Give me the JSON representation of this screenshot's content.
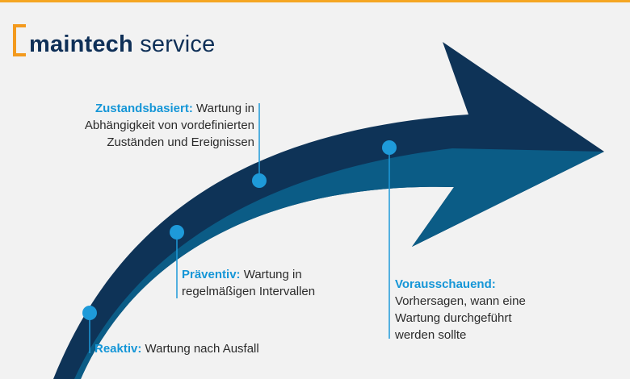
{
  "brand": {
    "name_strong": "maintech",
    "name_light": "service"
  },
  "colors": {
    "background": "#f2f2f2",
    "arrow_dark": "#0e3357",
    "arrow_light": "#0b5c86",
    "dot": "#1e9ad9",
    "title_blue": "#1596d7",
    "accent_orange": "#f39a1e"
  },
  "stages": [
    {
      "title": "Reaktiv:",
      "text": "Wartung nach Ausfall"
    },
    {
      "title": "Präventiv:",
      "text": "Wartung in regelmäßigen Intervallen"
    },
    {
      "title": "Zustandsbasiert:",
      "text": "Wartung in Abhängigkeit von vordefinierten Zuständen und Ereignissen"
    },
    {
      "title": "Vorausschauend:",
      "text": "Vorhersagen, wann eine Wartung durchgeführt werden sollte"
    }
  ]
}
